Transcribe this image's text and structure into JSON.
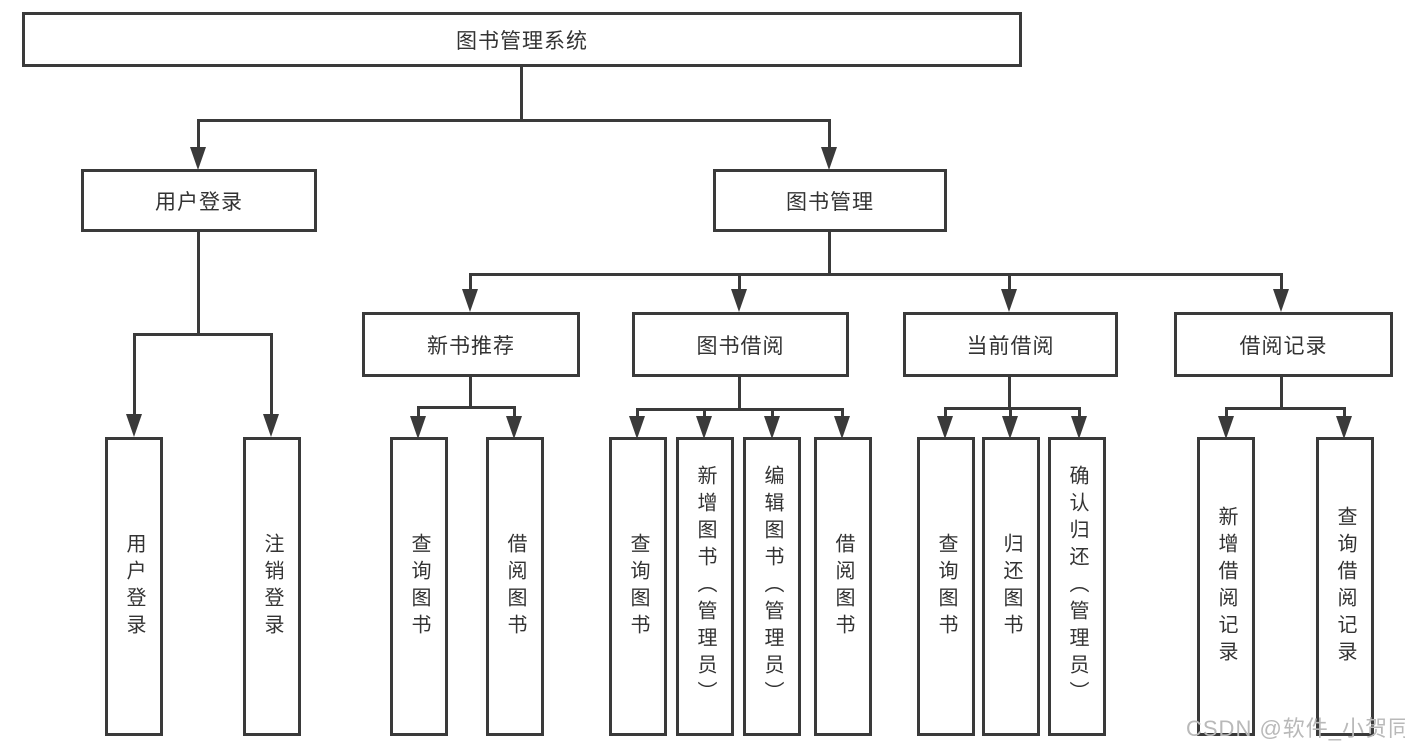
{
  "diagram": {
    "root": {
      "label": "图书管理系统"
    },
    "level1": [
      {
        "label": "用户登录"
      },
      {
        "label": "图书管理"
      }
    ],
    "level2": [
      {
        "label": "新书推荐"
      },
      {
        "label": "图书借阅"
      },
      {
        "label": "当前借阅"
      },
      {
        "label": "借阅记录"
      }
    ],
    "leaves": {
      "user": [
        "用户登录",
        "注销登录"
      ],
      "newbook": [
        "查询图书",
        "借阅图书"
      ],
      "borrow": [
        "查询图书",
        "新增图书（管理员）",
        "编辑图书（管理员）",
        "借阅图书"
      ],
      "current": [
        "查询图书",
        "归还图书",
        "确认归还（管理员）"
      ],
      "records": [
        "新增借阅记录",
        "查询借阅记录"
      ]
    }
  },
  "watermark": "CSDN @软件_小贺同学",
  "colors": {
    "line": "#3a3a3a",
    "text": "#333333",
    "watermark": "#b9b9b9",
    "background": "#ffffff"
  }
}
